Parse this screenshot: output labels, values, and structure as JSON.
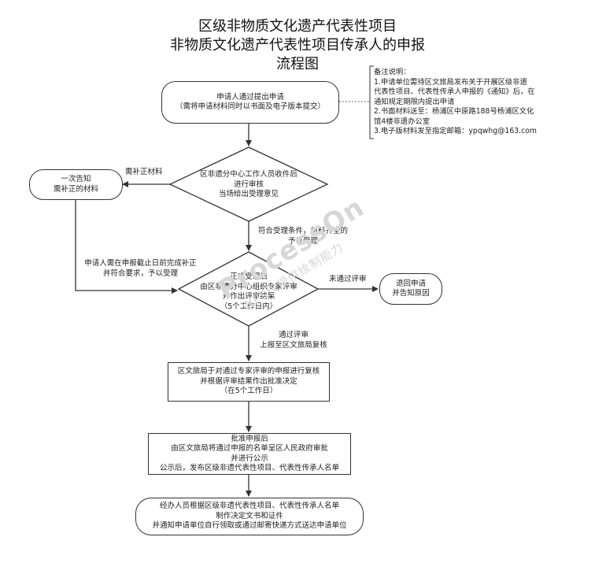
{
  "title": {
    "line1": "区级非物质文化遗产代表性项目",
    "line2": "非物质文化遗产代表性项目传承人的申报",
    "line3": "流程图"
  },
  "nodes": {
    "apply": {
      "line1": "申请人通过提出申请",
      "line2": "（需将申请材料同时以书面及电子版本提交）"
    },
    "review": {
      "line1": "区非遗分中心工作人员收件后",
      "line2": "进行审核",
      "line3": "当场给出受理意见"
    },
    "notify": {
      "line1": "一次告知",
      "line2": "需补正的材料"
    },
    "evaluate": {
      "line1": "正式受理后",
      "line2": "由区非遗分中心组织专家评审",
      "line3": "并作出评审结果",
      "line4": "（5个工作日内）"
    },
    "return": {
      "line1": "退回申请",
      "line2": "并告知原因"
    },
    "bureau": {
      "line1": "区文旅局于对通过专家评审的申报进行复核",
      "line2": "并根据评审结果作出批准决定",
      "line3": "（在5个工作日）"
    },
    "approve": {
      "line1": "批准申报后",
      "line2": "由区文旅局将通过申报的名单呈区人民政府审批",
      "line3": "并进行公示",
      "line4": "公示后，发布区级非遗代表性项目、代表性传承人名单"
    },
    "final": {
      "line1": "经办人员根据区级非遗代表性项目、代表性传承人名单",
      "line2": "制作决定文书和证件",
      "line3": "并通知申请单位自行领取或通过邮寄快递方式送达申请单位"
    }
  },
  "edge_labels": {
    "supplement": "需补正材料",
    "resubmit_line1": "申请人需在申报截止日前完成补正",
    "resubmit_line2": "并符合要求，予以受理",
    "accepted_line1": "符合受理条件，材料齐全的",
    "accepted_line2": "予以受理",
    "rejected": "未通过评审",
    "passed_line1": "通过评审",
    "passed_line2": "上报至区文旅局复核"
  },
  "note": {
    "heading": "备注说明：",
    "lines": [
      "1.申请单位需待区文旅局发布关于开展区级非遗",
      "代表性项目、代表性传承人申报的《通知》后，在",
      "通知规定期限内提出申请",
      "2.书面材料送至：杨浦区中原路188号杨浦区文化",
      "馆4楼非遗办公室",
      "3.电子版材料发至指定邮箱：ypqwhg@163.com"
    ]
  },
  "watermark": {
    "main": "ProcessOn",
    "sub": "WPS仅提供绘制能力"
  }
}
